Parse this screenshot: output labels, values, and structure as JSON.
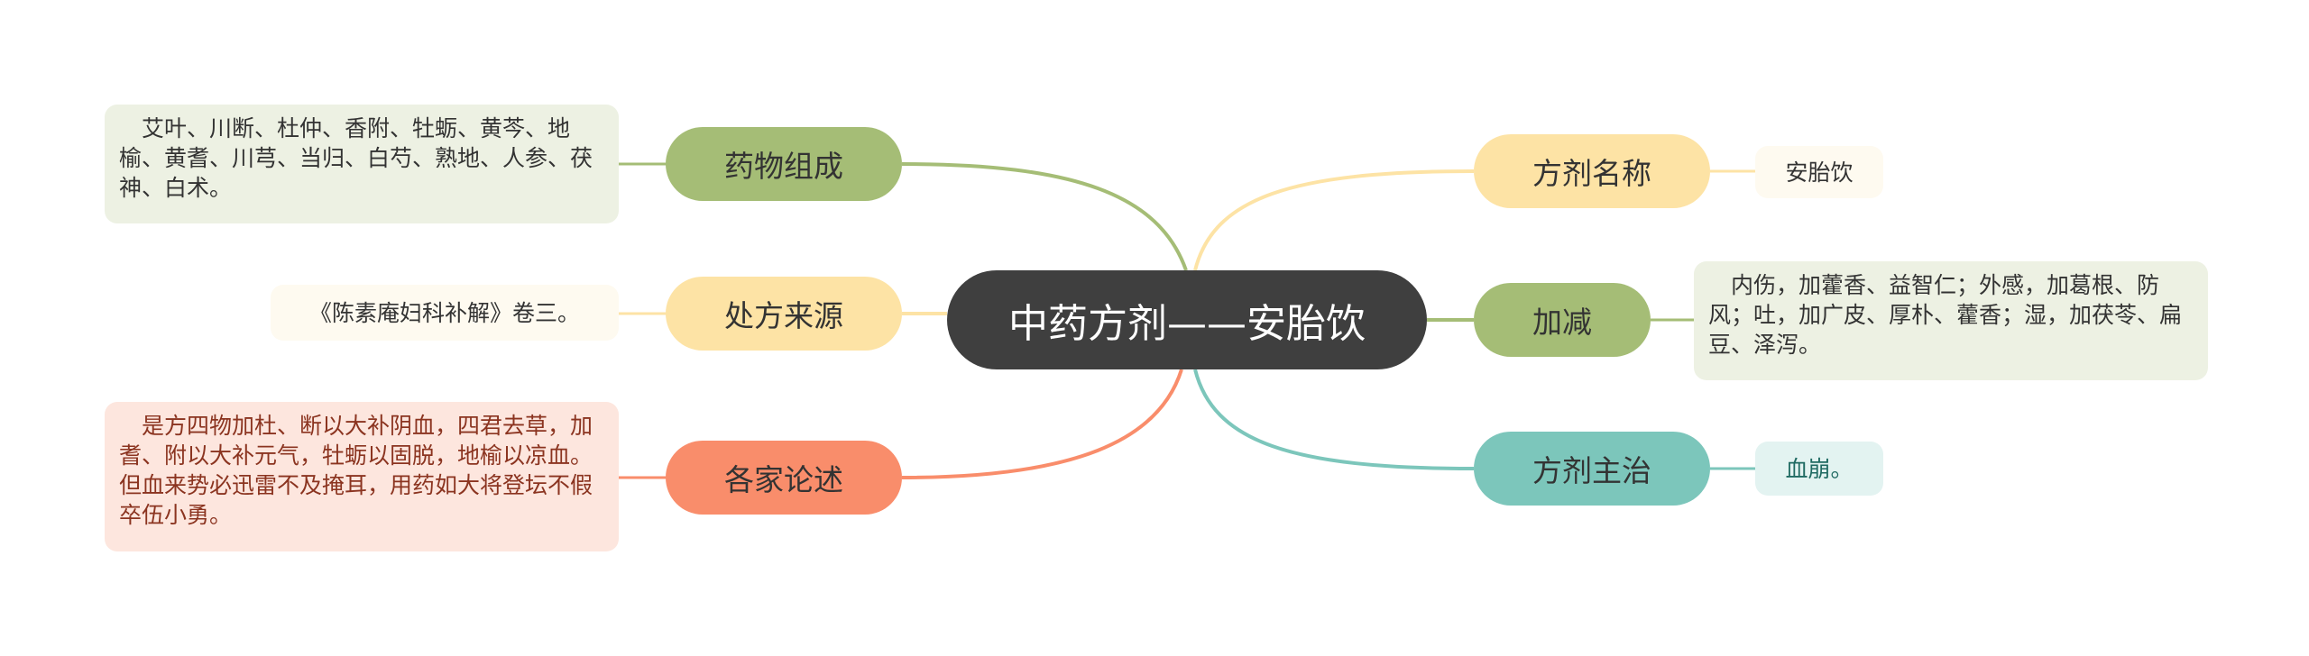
{
  "center": {
    "title": "中药方剂——安胎饮"
  },
  "colors": {
    "green": "#a5bd76",
    "yellow": "#fde3a5",
    "orange": "#f98d6b",
    "teal": "#7cc6bb",
    "center": "#3f3f3f"
  },
  "left": [
    {
      "label": "药物组成",
      "text": "　艾叶、川断、杜仲、香附、牡蛎、黄芩、地榆、黄耆、川芎、当归、白芍、熟地、人参、茯神、白术。"
    },
    {
      "label": "处方来源",
      "text": "《陈素庵妇科补解》卷三。"
    },
    {
      "label": "各家论述",
      "text": "　是方四物加杜、断以大补阴血，四君去草，加耆、附以大补元气，牡蛎以固脱，地榆以凉血。但血来势必迅雷不及掩耳，用药如大将登坛不假卒伍小勇。"
    }
  ],
  "right": [
    {
      "label": "方剂名称",
      "text": "安胎饮"
    },
    {
      "label": "加减",
      "text": "　内伤，加藿香、益智仁；外感，加葛根、防风；吐，加广皮、厚朴、藿香；湿，加茯苓、扁豆、泽泻。"
    },
    {
      "label": "方剂主治",
      "text": "血崩。"
    }
  ]
}
